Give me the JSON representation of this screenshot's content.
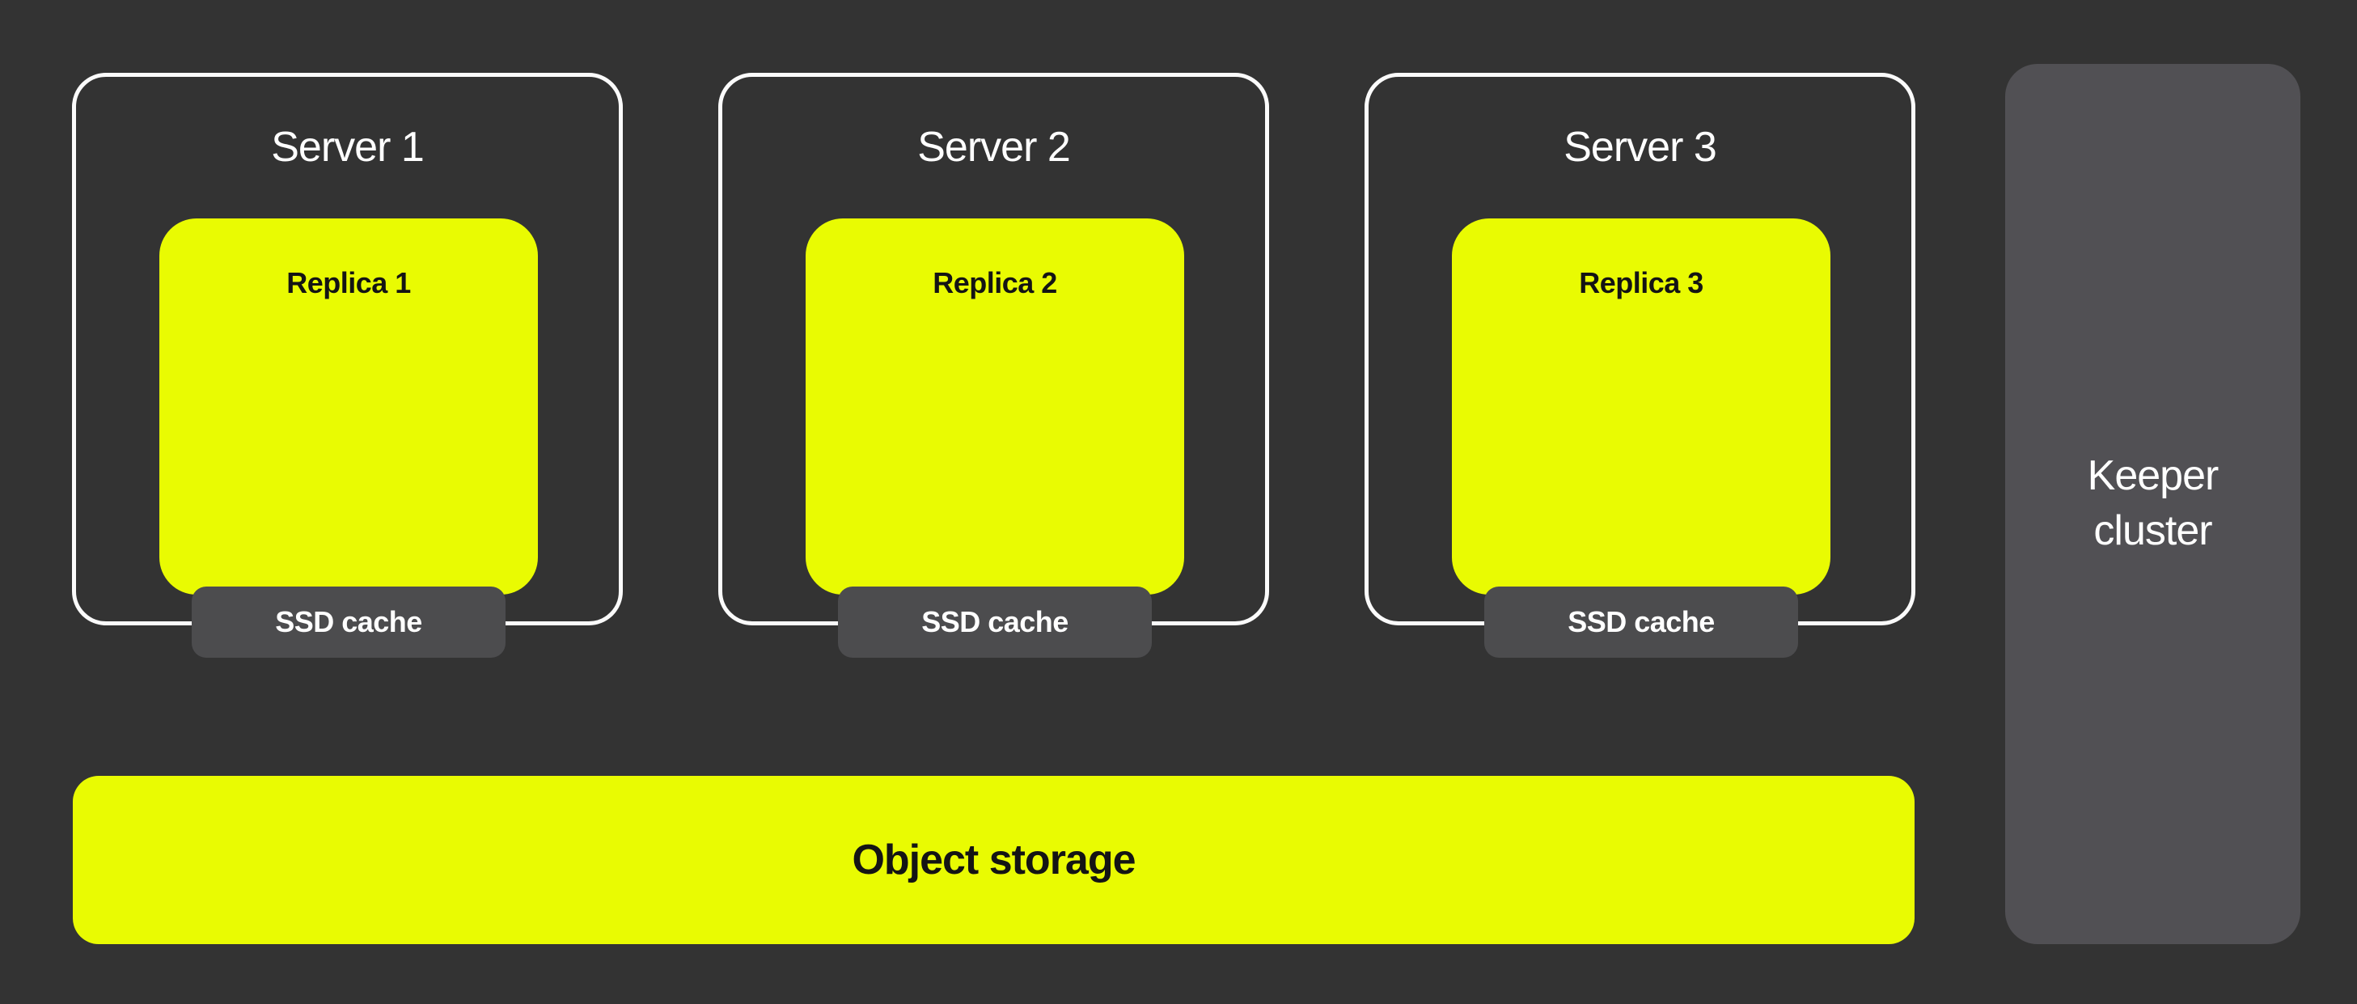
{
  "background": "#333333",
  "colors": {
    "accent_yellow": "#E9FB02",
    "cache_gray": "#4C4C4E",
    "keeper_gray": "#515054",
    "box_border": "#FBFBFB",
    "text_light": "#FFFFFF",
    "text_dark": "#141414"
  },
  "servers": [
    {
      "title": "Server 1",
      "replica_label": "Replica 1",
      "cache_label": "SSD cache"
    },
    {
      "title": "Server 2",
      "replica_label": "Replica 2",
      "cache_label": "SSD cache"
    },
    {
      "title": "Server 3",
      "replica_label": "Replica 3",
      "cache_label": "SSD cache"
    }
  ],
  "keeper": {
    "label_line1": "Keeper",
    "label_line2": "cluster"
  },
  "object_storage": {
    "label": "Object storage"
  }
}
